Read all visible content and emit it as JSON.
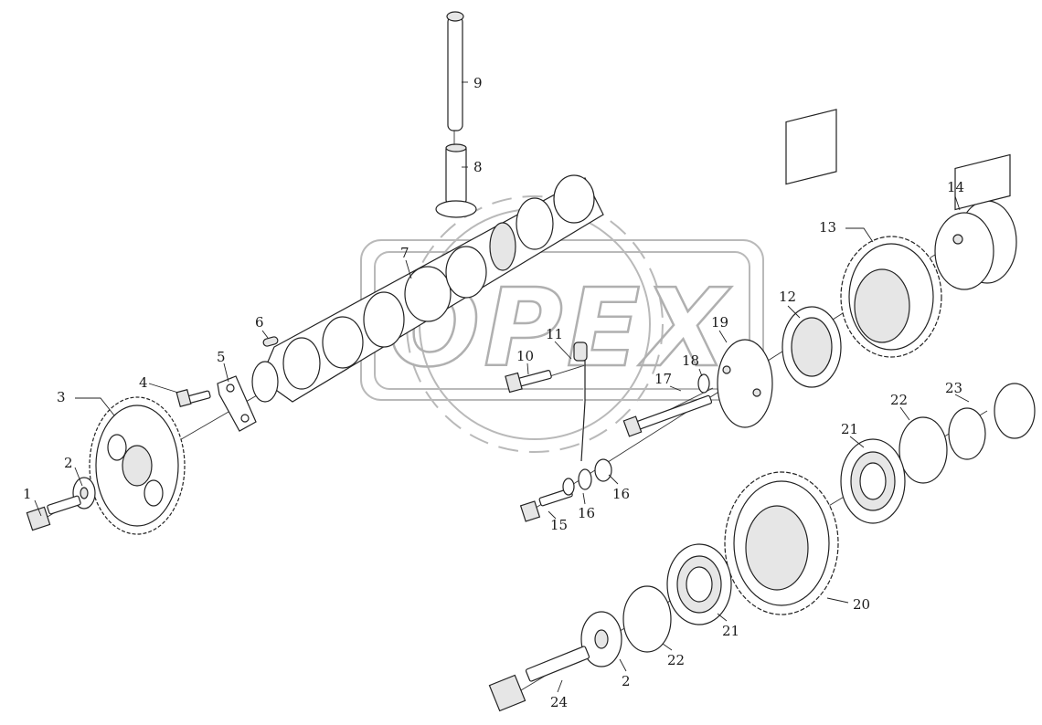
{
  "watermark": {
    "text": "OPEX"
  },
  "callouts": [
    {
      "id": "c1",
      "text": "1"
    },
    {
      "id": "c2a",
      "text": "2"
    },
    {
      "id": "c3",
      "text": "3"
    },
    {
      "id": "c4",
      "text": "4"
    },
    {
      "id": "c5",
      "text": "5"
    },
    {
      "id": "c6",
      "text": "6"
    },
    {
      "id": "c7",
      "text": "7"
    },
    {
      "id": "c8",
      "text": "8"
    },
    {
      "id": "c9",
      "text": "9"
    },
    {
      "id": "c10",
      "text": "10"
    },
    {
      "id": "c11",
      "text": "11"
    },
    {
      "id": "c12",
      "text": "12"
    },
    {
      "id": "c13",
      "text": "13"
    },
    {
      "id": "c14",
      "text": "14"
    },
    {
      "id": "c15",
      "text": "15"
    },
    {
      "id": "c16a",
      "text": "16"
    },
    {
      "id": "c16b",
      "text": "16"
    },
    {
      "id": "c17",
      "text": "17"
    },
    {
      "id": "c18",
      "text": "18"
    },
    {
      "id": "c19",
      "text": "19"
    },
    {
      "id": "c20",
      "text": "20"
    },
    {
      "id": "c21a",
      "text": "21"
    },
    {
      "id": "c21b",
      "text": "21"
    },
    {
      "id": "c22a",
      "text": "22"
    },
    {
      "id": "c22b",
      "text": "22"
    },
    {
      "id": "c23",
      "text": "23"
    },
    {
      "id": "c2b",
      "text": "2"
    },
    {
      "id": "c24",
      "text": "24"
    }
  ]
}
